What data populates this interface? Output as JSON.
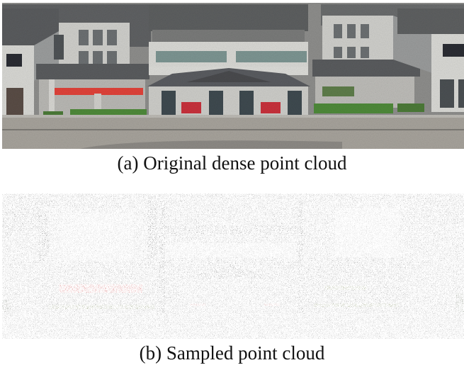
{
  "figure": {
    "panels": [
      {
        "id": "a",
        "caption": "(a) Original dense point cloud",
        "content": "photorealistic dense point cloud render of a building facade with central entrance portico, flanking wings, windows, red banner and hedge strips",
        "colors": {
          "roof": "#5d5f60",
          "wall": "#d6d6d2",
          "glass": "#6f8a86",
          "banner": "#e0433a",
          "hedge": "#4f8a3a",
          "pavement": "#a39f98",
          "door_red": "#c8323c"
        }
      },
      {
        "id": "b",
        "caption": "(b) Sampled point cloud",
        "content": "sparse sampled point cloud render of the same building, speckled grey points on white",
        "colors": {
          "points_dark": "#3d3d3d",
          "points_mid": "#8c8c8c",
          "background": "#f4f4f4",
          "banner": "#d9403f",
          "hedge": "#6c7d3a"
        }
      }
    ]
  }
}
